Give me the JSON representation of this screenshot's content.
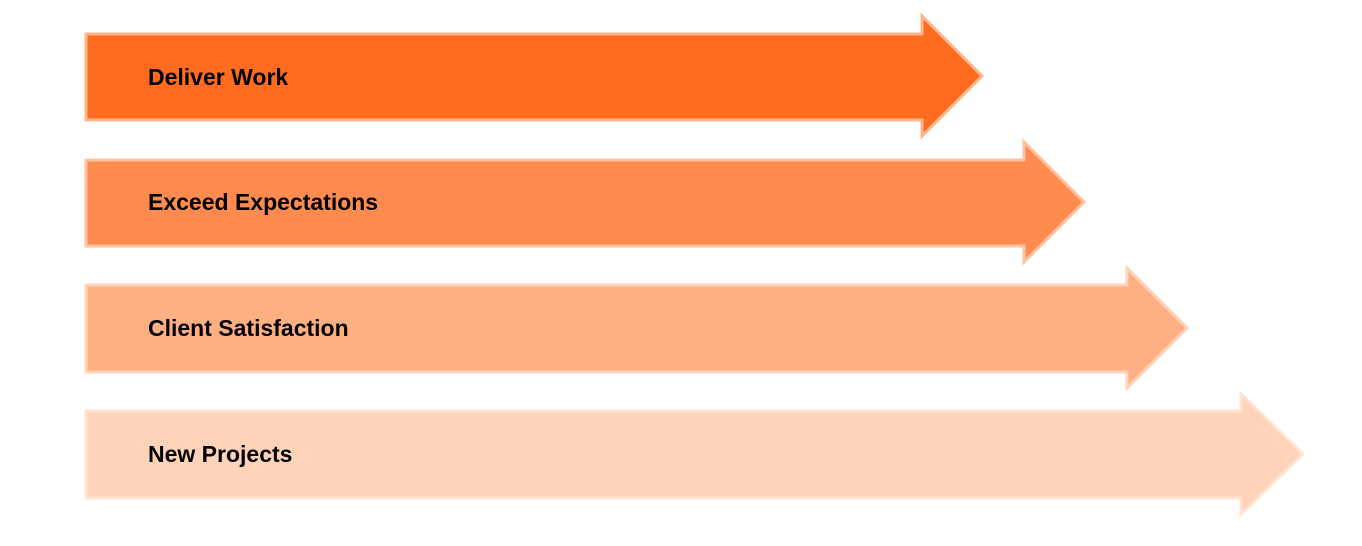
{
  "arrows": [
    {
      "label": "Deliver Work",
      "fill": "#FF6B1F",
      "stroke": "#FFB58C"
    },
    {
      "label": "Exceed Expectations",
      "fill": "#FF8B4F",
      "stroke": "#FFC2A1"
    },
    {
      "label": "Client Satisfaction",
      "fill": "#FFB083",
      "stroke": "#FFD2BA"
    },
    {
      "label": "New Projects",
      "fill": "#FFD3B8",
      "stroke": "#FFE3D2"
    }
  ]
}
